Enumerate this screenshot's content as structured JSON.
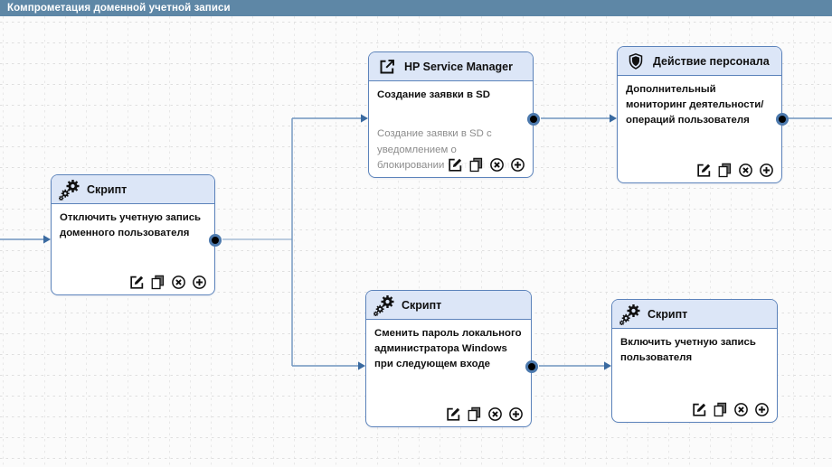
{
  "title_bar": {
    "title": "Компрометация доменной учетной записи"
  },
  "nodes": [
    {
      "id": "disable-domain-account",
      "type_label": "Скрипт",
      "type_icon": "gears-icon",
      "body": "Отключить учетную запись доменного пользователя",
      "description": "",
      "has_output_port": true
    },
    {
      "id": "create-sd-ticket",
      "type_label": "HP Service Manager",
      "type_icon": "external-link-icon",
      "body": "Создание заявки в SD",
      "description": "Создание заявки в SD с уведомлением о блокировании учетной запи...",
      "has_output_port": true
    },
    {
      "id": "personnel-action",
      "type_label": "Действие персонала",
      "type_icon": "shield-icon",
      "body": "Дополнительный мониторинг деятельности/операций пользователя",
      "description": "",
      "has_output_port": true
    },
    {
      "id": "change-local-admin-password",
      "type_label": "Скрипт",
      "type_icon": "gears-icon",
      "body": "Сменить пароль локального администратора Windows при следующем входе",
      "description": "",
      "has_output_port": true
    },
    {
      "id": "enable-user-account",
      "type_label": "Скрипт",
      "type_icon": "gears-icon",
      "body": "Включить учетную запись пользователя",
      "description": "",
      "has_output_port": false
    }
  ],
  "node_actions": [
    {
      "name": "edit-icon"
    },
    {
      "name": "copy-icon"
    },
    {
      "name": "delete-icon"
    },
    {
      "name": "add-icon"
    }
  ],
  "edges": [
    {
      "from": "canvas-left-edge",
      "to": "disable-domain-account"
    },
    {
      "from": "disable-domain-account",
      "to": "create-sd-ticket"
    },
    {
      "from": "disable-domain-account",
      "to": "change-local-admin-password"
    },
    {
      "from": "create-sd-ticket",
      "to": "personnel-action"
    },
    {
      "from": "personnel-action",
      "to": "canvas-right-edge"
    },
    {
      "from": "change-local-admin-password",
      "to": "enable-user-account"
    }
  ],
  "colors": {
    "title_bar_bg": "#5e87a6",
    "canvas_bg": "#fbfbfb",
    "grid_line": "#e3e3e3",
    "node_border": "#5c83bb",
    "node_header_bg": "#dce6f7",
    "connector": "#6f94bf",
    "connector_stub": "#a6bdd6",
    "arrow": "#3a6aa0",
    "port_fill": "#000000",
    "port_ring": "#4c79ad",
    "description_text": "#8c8c8c"
  }
}
